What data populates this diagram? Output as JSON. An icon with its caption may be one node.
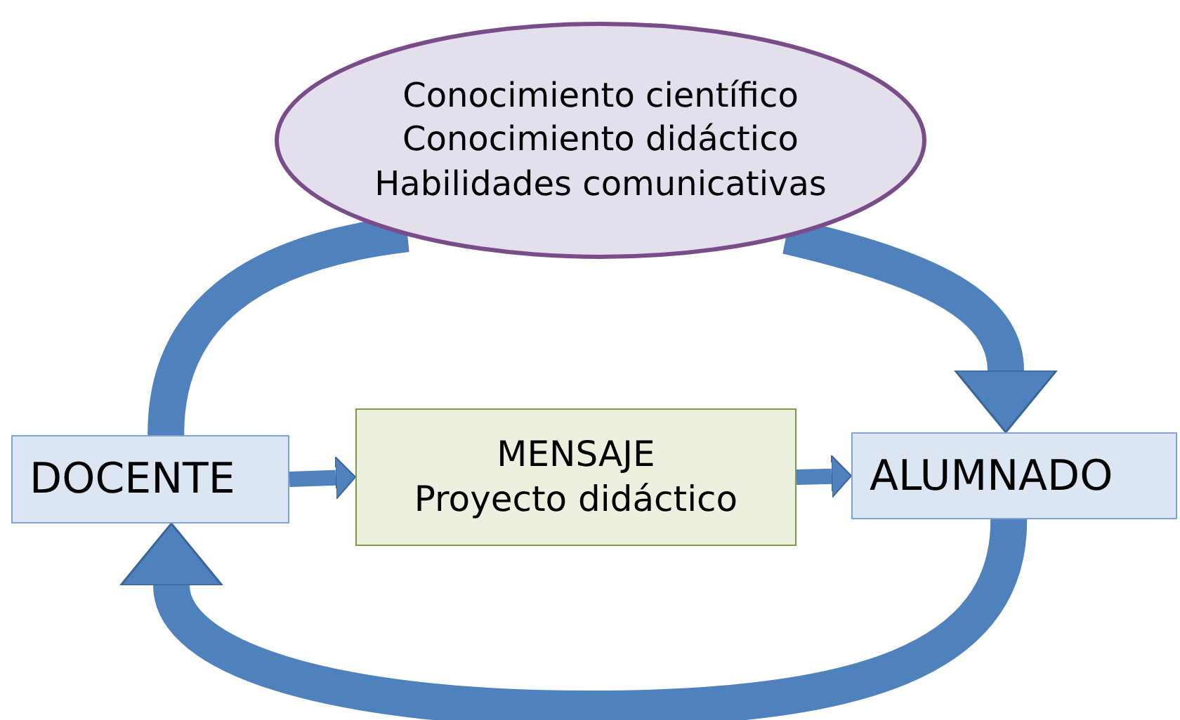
{
  "diagram": {
    "nodes": [
      {
        "text": [
          "Conocimiento científico",
          "Conocimiento didáctico",
          "Habilidades comunicativas"
        ]
      },
      {
        "text": [
          "DOCENTE"
        ]
      },
      {
        "text": [
          "MENSAJE",
          "Proyecto didáctico"
        ]
      },
      {
        "text": [
          "ALUMNADO"
        ]
      }
    ],
    "edges": [
      {
        "from": 1,
        "to": 0,
        "arrow": "none"
      },
      {
        "from": 0,
        "to": 3,
        "arrow": "to"
      },
      {
        "from": 1,
        "to": 2,
        "arrow": "to"
      },
      {
        "from": 2,
        "to": 3,
        "arrow": "to"
      },
      {
        "from": 3,
        "to": 1,
        "arrow": "to"
      }
    ]
  }
}
